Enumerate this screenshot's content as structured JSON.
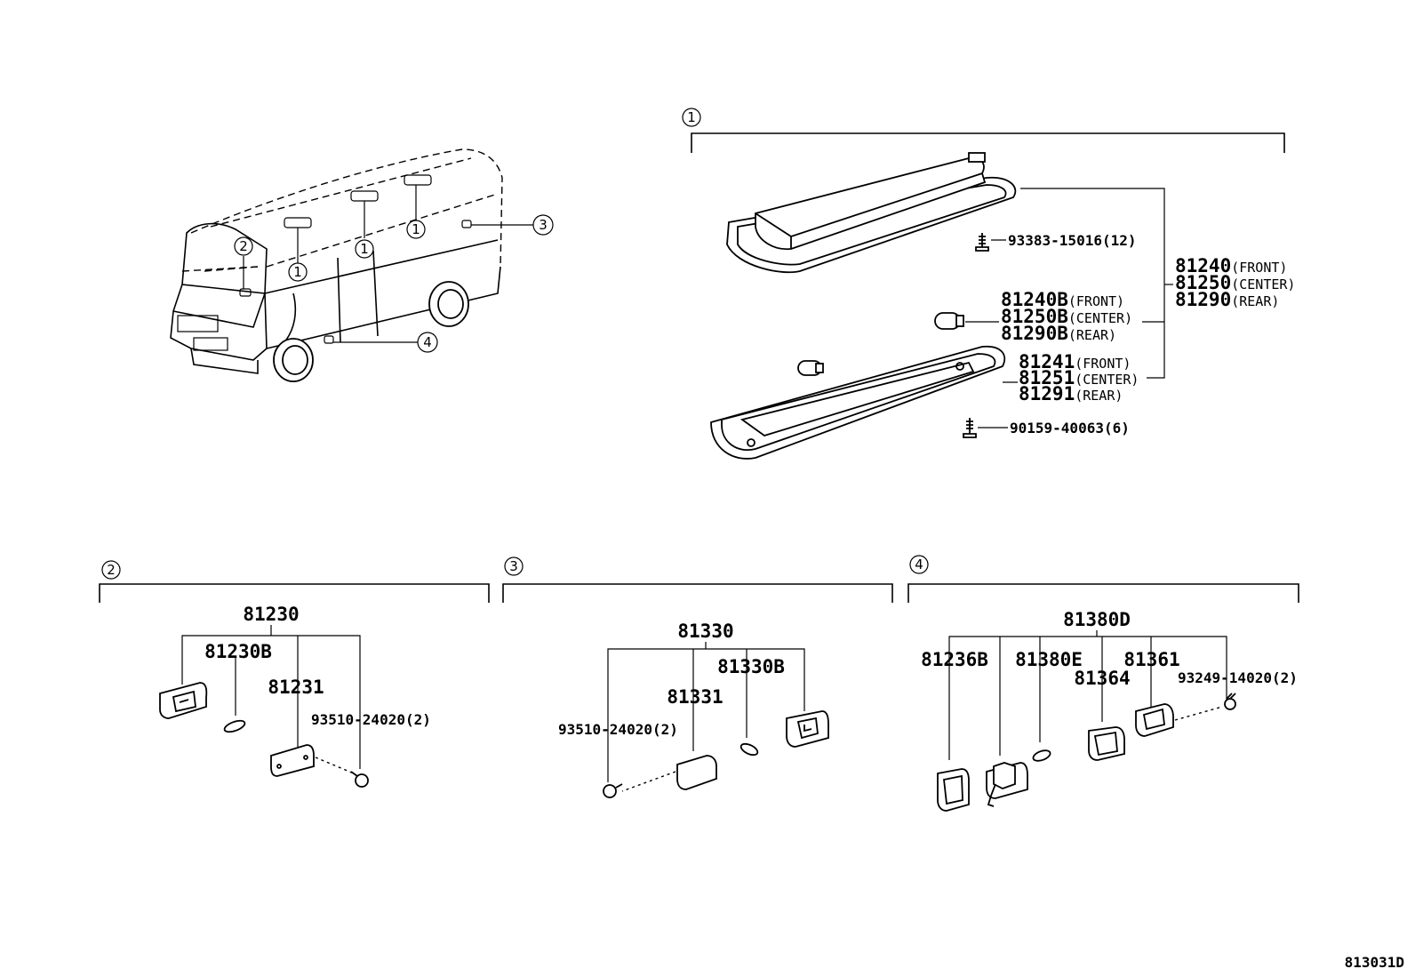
{
  "callouts": {
    "c1": "1",
    "c2": "2",
    "c3": "3",
    "c4": "4"
  },
  "group1": {
    "assembly": [
      {
        "num": "81240",
        "suffix": "(FRONT)"
      },
      {
        "num": "81250",
        "suffix": "(CENTER)"
      },
      {
        "num": "81290",
        "suffix": "(REAR)"
      }
    ],
    "bulb": [
      {
        "num": "81240B",
        "suffix": "(FRONT)"
      },
      {
        "num": "81250B",
        "suffix": "(CENTER)"
      },
      {
        "num": "81290B",
        "suffix": "(REAR)"
      }
    ],
    "lens": [
      {
        "num": "81241",
        "suffix": "(FRONT)"
      },
      {
        "num": "81251",
        "suffix": "(CENTER)"
      },
      {
        "num": "81291",
        "suffix": "(REAR)"
      }
    ],
    "screw_top": "93383-15016(12)",
    "screw_bottom": "90159-40063(6)"
  },
  "group2": {
    "assembly": "81230",
    "bulb": "81230B",
    "lens": "81231",
    "screw": "93510-24020(2)"
  },
  "group3": {
    "assembly": "81330",
    "bulb": "81330B",
    "lens": "81331",
    "screw": "93510-24020(2)"
  },
  "group4": {
    "assembly": "81380D",
    "socket": "81236B",
    "bulb": "81380E",
    "lens_a": "81364",
    "lens_b": "81361",
    "screw": "93249-14020(2)"
  },
  "diagram_code": "813031D"
}
